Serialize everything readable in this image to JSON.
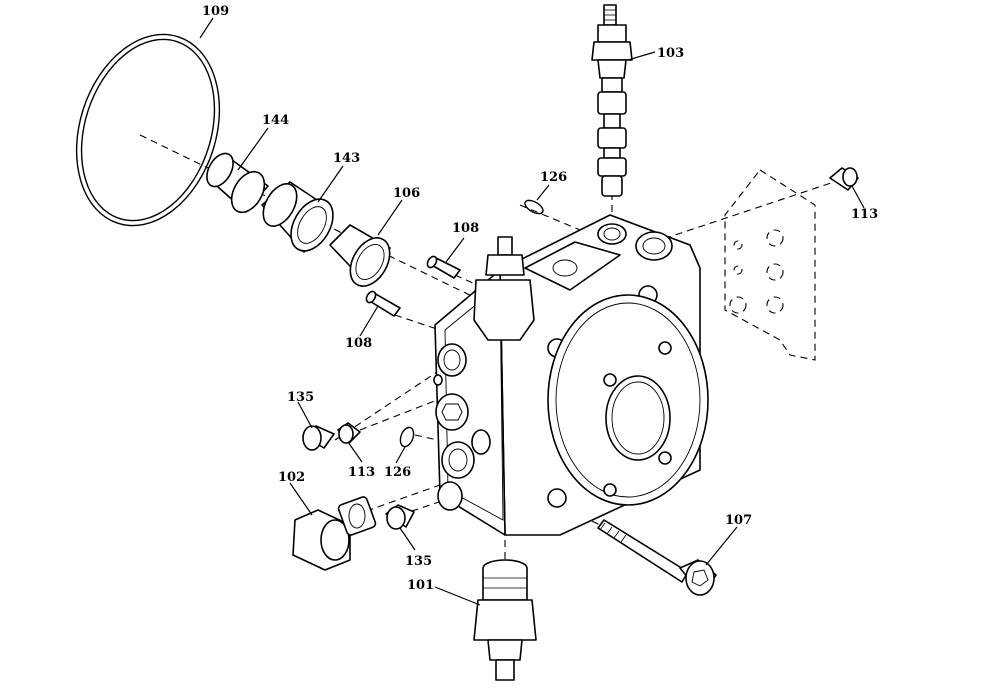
{
  "diagram": {
    "callouts": {
      "c109": "109",
      "c144": "144",
      "c143": "143",
      "c106": "106",
      "c108a": "108",
      "c108b": "108",
      "c103": "103",
      "c126a": "126",
      "c126b": "126",
      "c113a": "113",
      "c113b": "113",
      "c135a": "135",
      "c135b": "135",
      "c102": "102",
      "c101": "101",
      "c107": "107"
    }
  }
}
